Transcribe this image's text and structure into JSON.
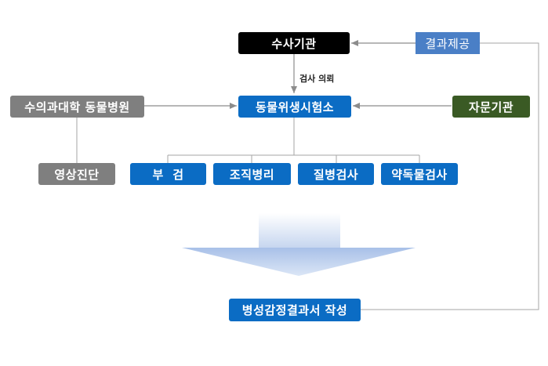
{
  "diagram": {
    "nodes": {
      "investigation_agency": "수사기관",
      "result_provision": "결과제공",
      "vet_hospital": "수의과대학 동물병원",
      "animal_health_lab": "동물위생시험소",
      "advisory_agency": "자문기관",
      "imaging_diagnosis": "영상진단",
      "autopsy": "부  검",
      "histopathology": "조직병리",
      "disease_test": "질병검사",
      "toxicology_test": "약독물검사",
      "report": "병성감정결과서 작성"
    },
    "edge_labels": {
      "test_request": "검사 의뢰"
    },
    "colors": {
      "primary_blue": "#0b6cc4",
      "black": "#000000",
      "gray": "#7f7f7f",
      "green": "#3a5a24",
      "light_blue": "#4a7fc6",
      "line_gray": "#a6a6a6"
    }
  }
}
